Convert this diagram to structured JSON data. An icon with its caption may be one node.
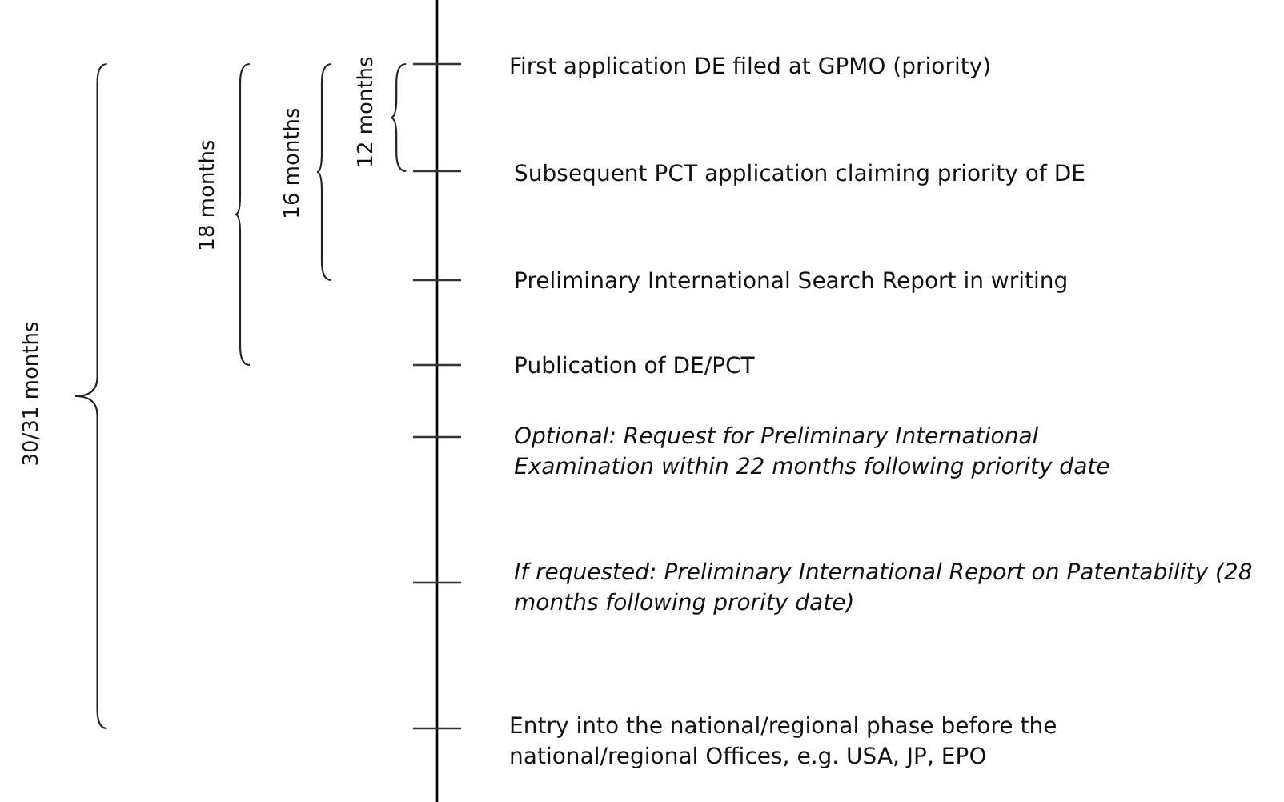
{
  "diagram": {
    "labels": [
      "First application DE filed at GPMO (priority)",
      "Subsequent PCT application claiming priority of DE",
      "Preliminary International Search Report in writing",
      "Publication of DE/PCT",
      "Optional: Request for Preliminary International Examination within 22 months following priority date",
      "If requested: Preliminary International Report on Patentability (28 months following prority date)",
      "Entry into the national/regional phase before the national/regional Offices, e.g. USA, JP, EPO",
      "30/31 months",
      "18 months",
      "16 months",
      "12 months"
    ]
  }
}
